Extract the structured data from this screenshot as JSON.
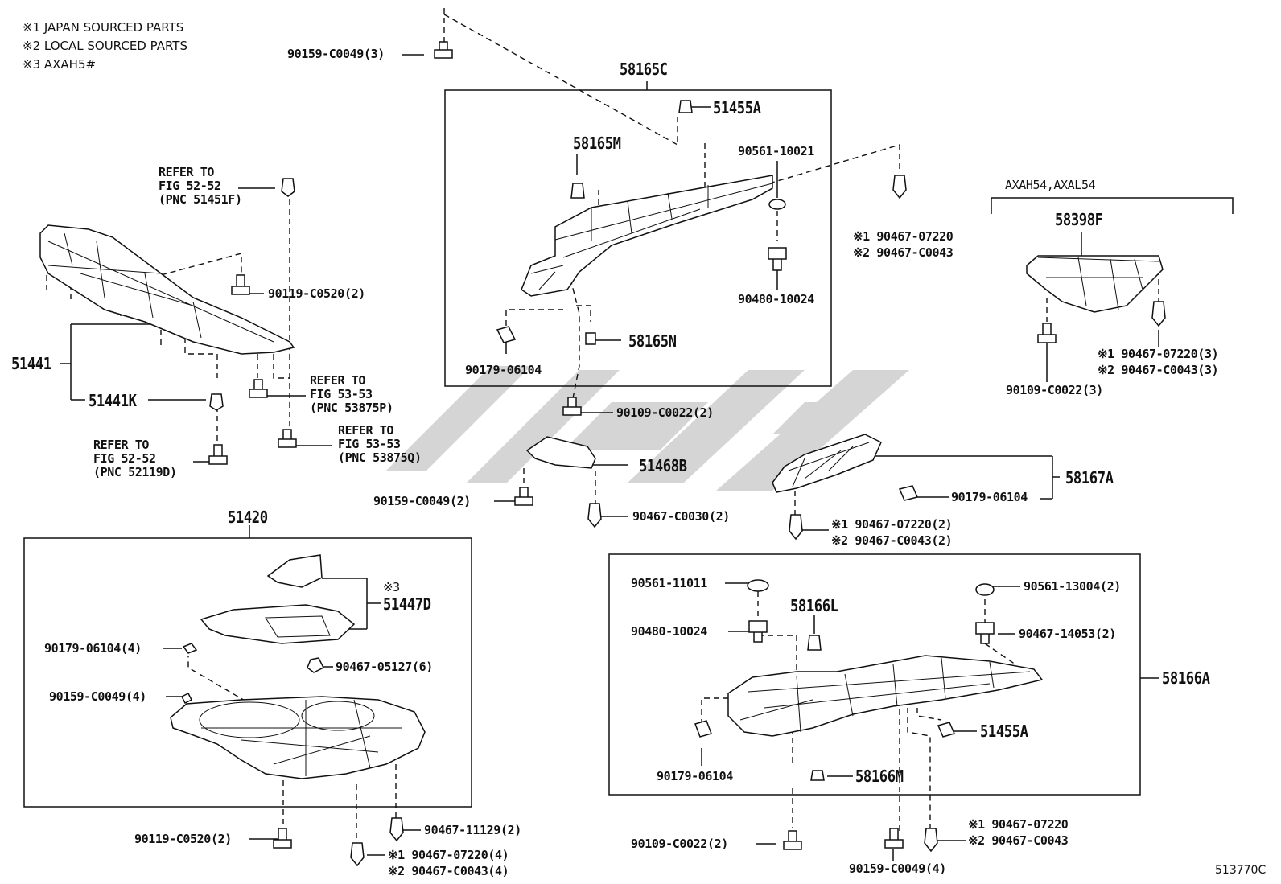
{
  "notes": [
    "※1 JAPAN SOURCED PARTS",
    "※2 LOCAL SOURCED PARTS",
    "※3 AXAH5#"
  ],
  "labels": {
    "p90159_top": "90159-C0049(3)",
    "p58165C": "58165C",
    "p51455A_top": "51455A",
    "p58165M": "58165M",
    "p90561_10021": "90561-10021",
    "p90467_07220_a": "※1 90467-07220",
    "p90467_C0043_a": "※2 90467-C0043",
    "p90480_10024_a": "90480-10024",
    "p90179_06104_a": "90179-06104",
    "p58165N": "58165N",
    "refer_51451F": "REFER TO\nFIG 52-52\n(PNC 51451F)",
    "p90119_C0520_a": "90119-C0520(2)",
    "p51441": "51441",
    "p51441K": "51441K",
    "refer_53875P": "REFER TO\nFIG 53-53\n(PNC 53875P)",
    "refer_53875Q": "REFER TO\nFIG 53-53\n(PNC 53875Q)",
    "refer_52119D": "REFER TO\nFIG 52-52\n(PNC 52119D)",
    "axah54": "AXAH54,AXAL54",
    "p58398F": "58398F",
    "p90467_07220_3": "※1 90467-07220(3)",
    "p90467_C0043_3": "※2 90467-C0043(3)",
    "p90109_C0022_3": "90109-C0022(3)",
    "p90109_C0022_2a": "90109-C0022(2)",
    "p51468B": "51468B",
    "p90159_C0049_2": "90159-C0049(2)",
    "p90467_C0030_2": "90467-C0030(2)",
    "p58167A": "58167A",
    "p90179_06104_b": "90179-06104",
    "p90467_07220_2": "※1 90467-07220(2)",
    "p90467_C0043_2": "※2 90467-C0043(2)",
    "p51420": "51420",
    "note3": "※3",
    "p51447D": "51447D",
    "p90179_06104_4": "90179-06104(4)",
    "p90467_05127_6": "90467-05127(6)",
    "p90159_C0049_4a": "90159-C0049(4)",
    "p90119_C0520_b": "90119-C0520(2)",
    "p90467_11129_2": "90467-11129(2)",
    "p90467_07220_4": "※1 90467-07220(4)",
    "p90467_C0043_4": "※2 90467-C0043(4)",
    "p90561_11011": "90561-11011",
    "p58166L": "58166L",
    "p90561_13004_2": "90561-13004(2)",
    "p90480_10024_b": "90480-10024",
    "p90467_14053_2": "90467-14053(2)",
    "p58166A": "58166A",
    "p51455A_b": "51455A",
    "p90179_06104_c": "90179-06104",
    "p58166M": "58166M",
    "p90109_C0022_2b": "90109-C0022(2)",
    "p90467_07220_c": "※1 90467-07220",
    "p90467_C0043_c": "※2 90467-C0043",
    "p90159_C0049_4b": "90159-C0049(4)",
    "figure_code": "513770C"
  }
}
